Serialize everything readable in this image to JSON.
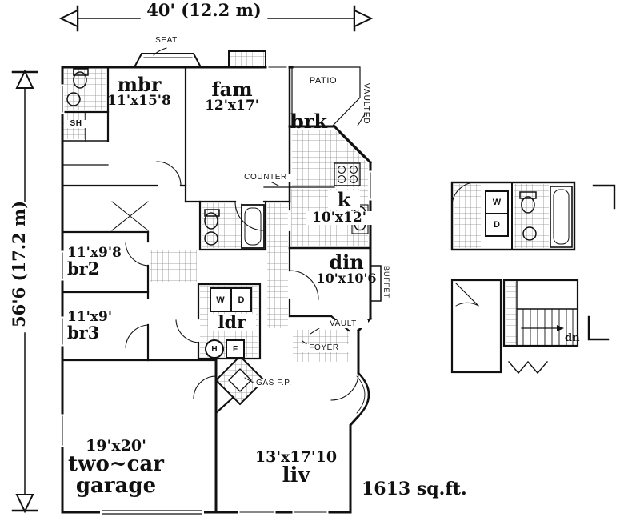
{
  "dimensions": {
    "width": "40' (12.2 m)",
    "height": "56'6 (17.2 m)"
  },
  "total_area": "1613 sq.ft.",
  "rooms": {
    "mbr": {
      "name": "mbr",
      "size": "11'x15'8"
    },
    "fam": {
      "name": "fam",
      "size": "12'x17'"
    },
    "brk": {
      "name": "brk"
    },
    "kitchen": {
      "name": "k",
      "size": "10'x12'"
    },
    "din": {
      "name": "din",
      "size": "10'x10'6"
    },
    "br2": {
      "name": "br2",
      "size": "11'x9'8"
    },
    "br3": {
      "name": "br3",
      "size": "11'x9'"
    },
    "ldr": {
      "name": "ldr"
    },
    "liv": {
      "name": "liv",
      "size": "13'x17'10"
    },
    "garage": {
      "size": "19'x20'",
      "name_line1": "two~car",
      "name_line2": "garage"
    }
  },
  "labels": {
    "seat": "SEAT",
    "patio": "PATIO",
    "vaulted": "VAULTED",
    "shower": "SH",
    "counter": "COUNTER",
    "buffet": "BUFFET",
    "vault": "VAULT",
    "foyer": "FOYER",
    "gas_fireplace": "GAS F.P.",
    "stairs_down": "dn"
  },
  "appliances": {
    "washer": "W",
    "dryer": "D",
    "heater": "H",
    "furnace": "F"
  },
  "colors": {
    "ink": "#111111",
    "paper": "#ffffff",
    "tile": "#777777"
  }
}
